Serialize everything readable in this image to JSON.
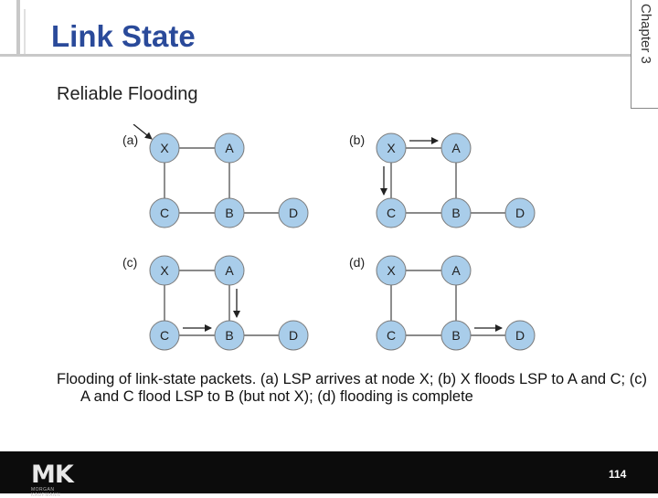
{
  "header": {
    "title": "Link State",
    "chapter": "Chapter 3"
  },
  "subtitle": "Reliable Flooding",
  "diagram": {
    "panels": [
      {
        "label": "(a)",
        "nodes": [
          "X",
          "A",
          "C",
          "B",
          "D"
        ]
      },
      {
        "label": "(b)",
        "nodes": [
          "X",
          "A",
          "C",
          "B",
          "D"
        ]
      },
      {
        "label": "(c)",
        "nodes": [
          "X",
          "A",
          "C",
          "B",
          "D"
        ]
      },
      {
        "label": "(d)",
        "nodes": [
          "X",
          "A",
          "C",
          "B",
          "D"
        ]
      }
    ],
    "node_fill": "#a9cdea",
    "node_stroke": "#7a7a7a"
  },
  "caption": "Flooding of link-state packets. (a) LSP arrives at node X; (b) X floods LSP to A and C; (c) A and C flood LSP to B (but not X); (d) flooding is complete",
  "footer": {
    "logo": "MK",
    "logo_sub": "MORGAN KAUFMANN",
    "page_number": "114"
  }
}
